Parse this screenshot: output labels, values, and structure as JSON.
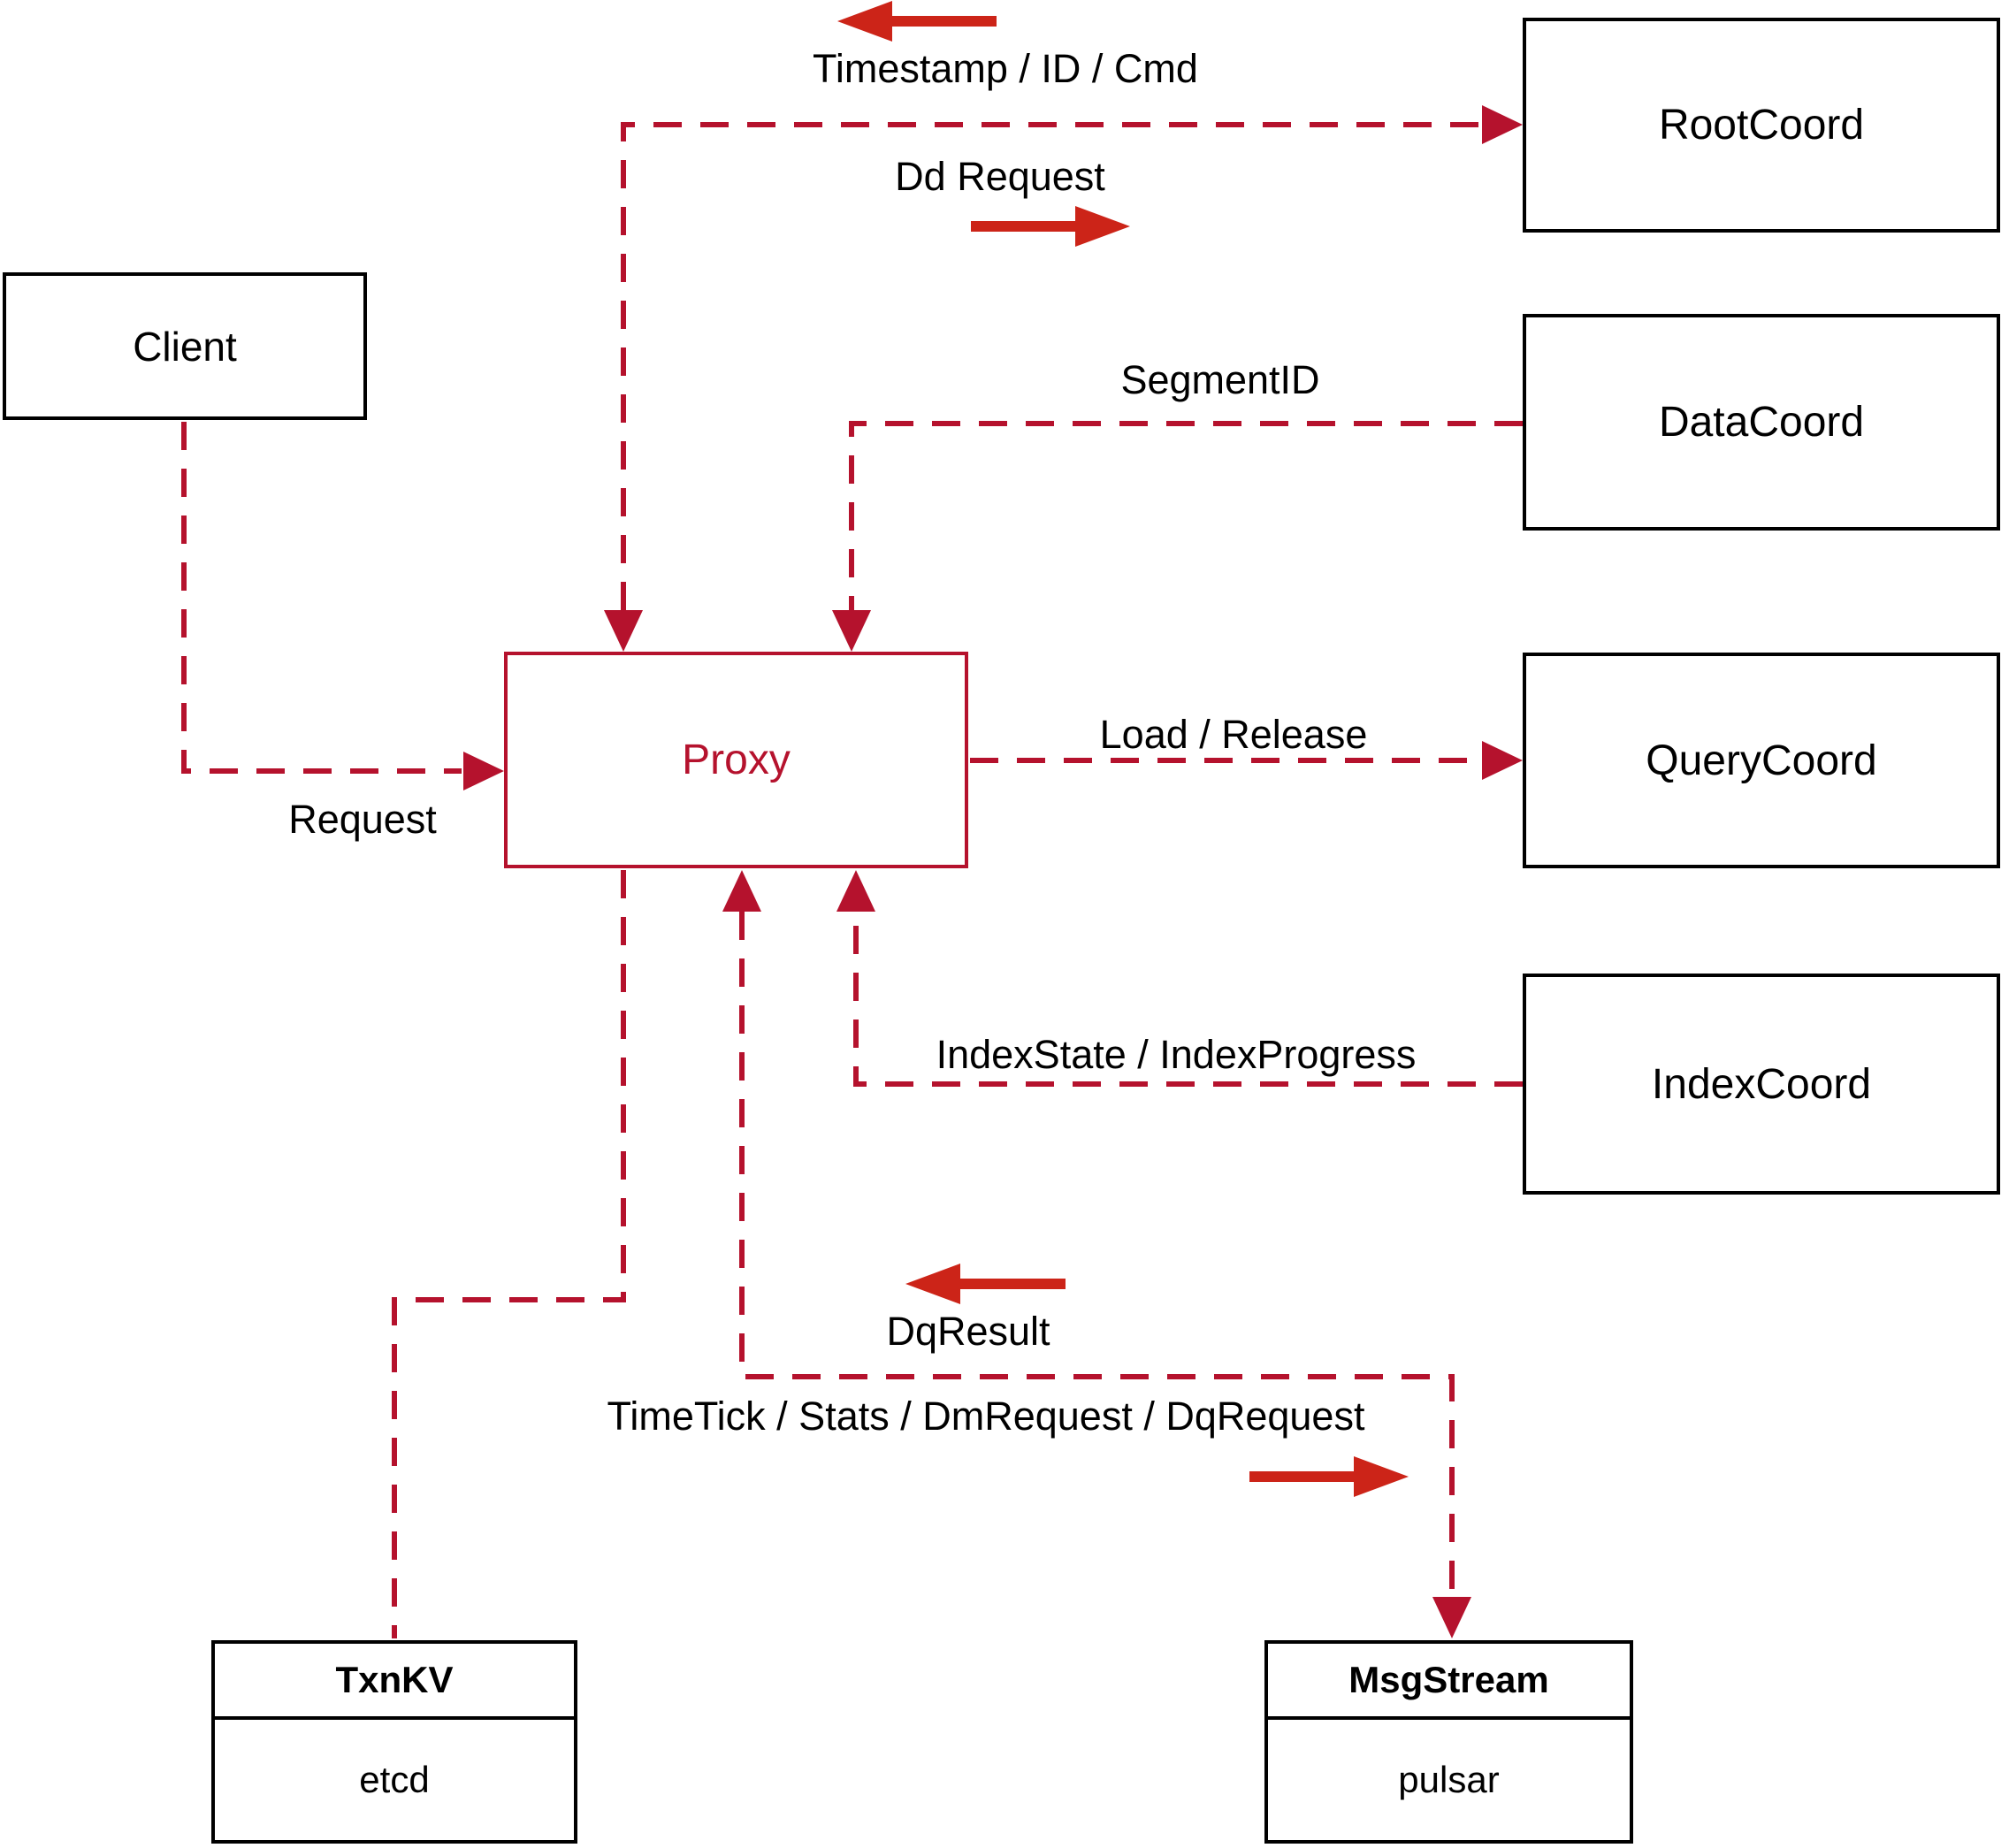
{
  "diagram": {
    "nodes": {
      "client": {
        "label": "Client"
      },
      "proxy": {
        "label": "Proxy"
      },
      "root_coord": {
        "label": "RootCoord"
      },
      "data_coord": {
        "label": "DataCoord"
      },
      "query_coord": {
        "label": "QueryCoord"
      },
      "index_coord": {
        "label": "IndexCoord"
      },
      "txn_kv": {
        "title": "TxnKV",
        "impl": "etcd"
      },
      "msg_stream": {
        "title": "MsgStream",
        "impl": "pulsar"
      }
    },
    "edge_labels": {
      "timestamp_id_cmd": "Timestamp / ID / Cmd",
      "dd_request": "Dd Request",
      "segment_id": "SegmentID",
      "load_release": "Load / Release",
      "index_state": "IndexState / IndexProgress",
      "request": "Request",
      "dq_result": "DqResult",
      "time_tick": "TimeTick / Stats / DmRequest / DqRequest"
    },
    "colors": {
      "dashed_line": "#b5122d",
      "annotation_arrow": "#cc2418",
      "box_border": "#000000",
      "proxy_accent": "#b5122d"
    }
  }
}
